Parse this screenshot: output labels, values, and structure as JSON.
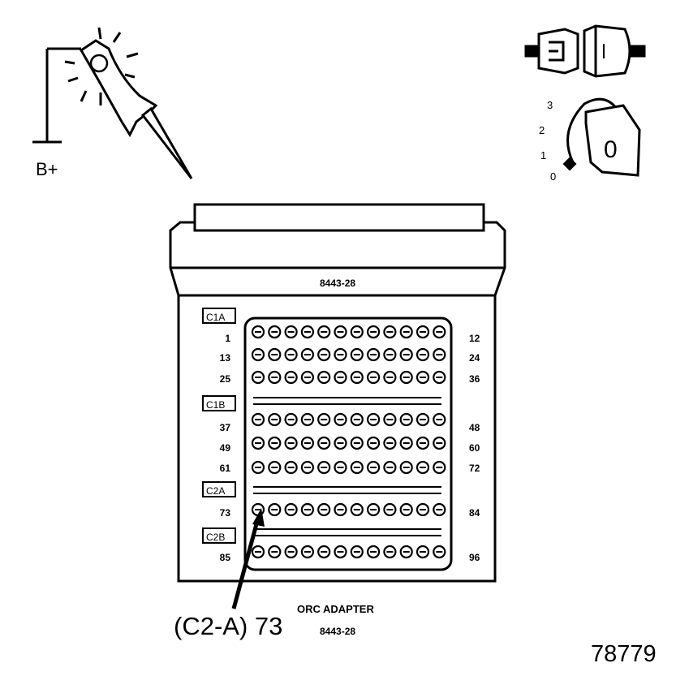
{
  "probe": {
    "supply_label": "B+"
  },
  "ignition": {
    "positions": [
      "0",
      "1",
      "2",
      "3"
    ],
    "key_mark": "0"
  },
  "adapter": {
    "part_number_top": "8443-28",
    "connectors": [
      {
        "label": "C1A"
      },
      {
        "label": "C1B"
      },
      {
        "label": "C2A"
      },
      {
        "label": "C2B"
      }
    ],
    "rows": [
      {
        "left": "1",
        "right": "12"
      },
      {
        "left": "13",
        "right": "24"
      },
      {
        "left": "25",
        "right": "36"
      },
      {
        "left": "37",
        "right": "48"
      },
      {
        "left": "49",
        "right": "60"
      },
      {
        "left": "61",
        "right": "72"
      },
      {
        "left": "73",
        "right": "84"
      },
      {
        "left": "85",
        "right": "96"
      }
    ],
    "pins_per_row": 12
  },
  "callout": {
    "label": "(C2-A) 73"
  },
  "caption": {
    "title": "ORC ADAPTER",
    "part_number": "8443-28"
  },
  "figure_number": "78779"
}
